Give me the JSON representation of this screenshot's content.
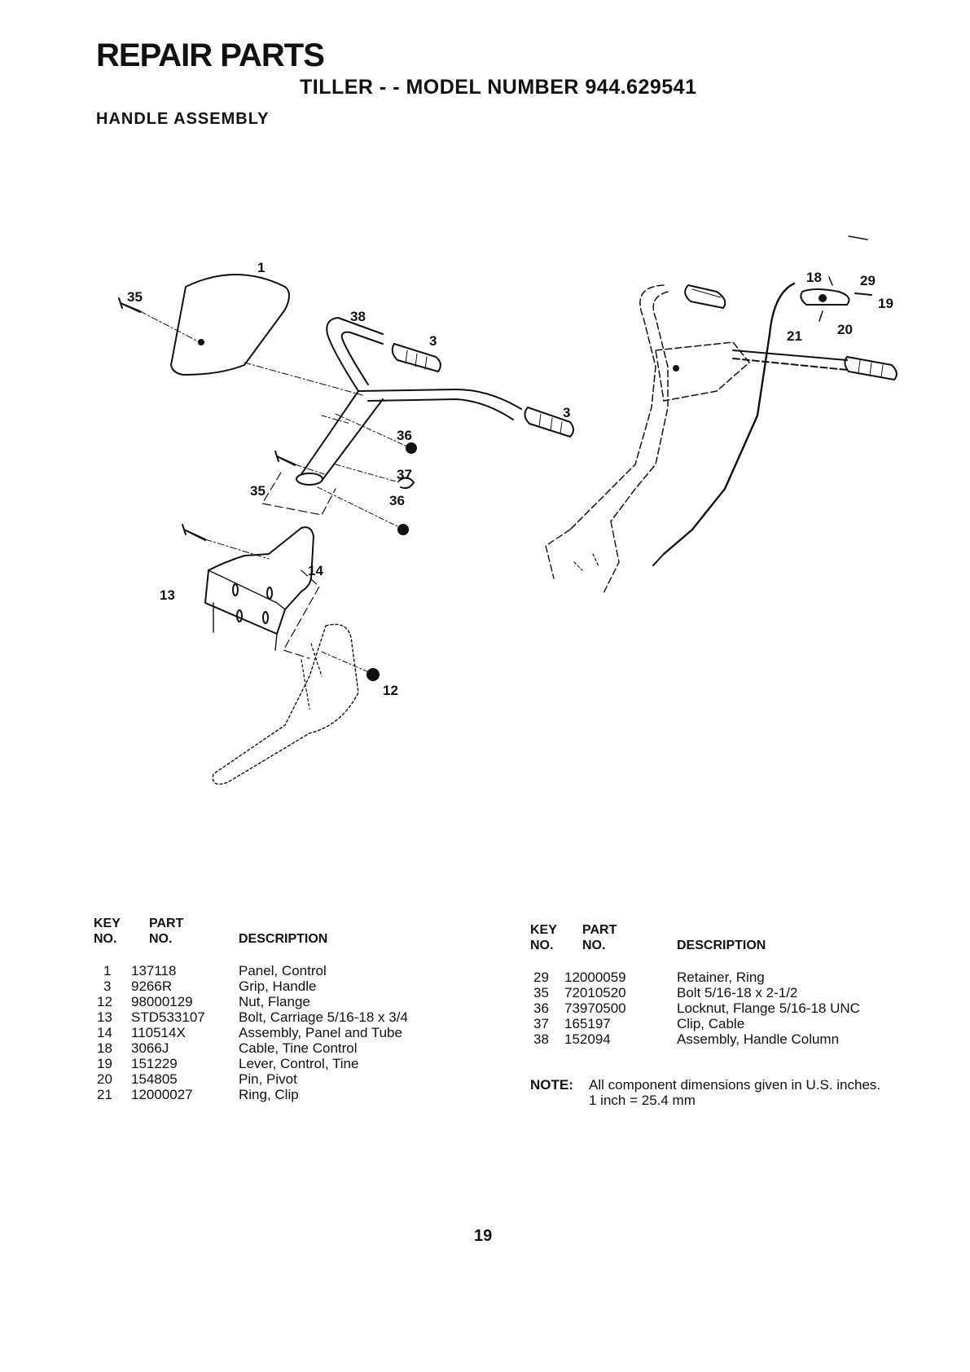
{
  "header": {
    "title": "REPAIR PARTS",
    "subtitle": "TILLER - - MODEL NUMBER 944.629541",
    "section": "HANDLE ASSEMBLY"
  },
  "diagram": {
    "callouts": [
      "1",
      "35",
      "38",
      "3",
      "3",
      "36",
      "37",
      "35",
      "36",
      "14",
      "13",
      "12",
      "18",
      "29",
      "19",
      "21",
      "20"
    ]
  },
  "columns": {
    "key_line1": "KEY",
    "key_line2": "NO.",
    "part_line1": "PART",
    "part_line2": "NO.",
    "description": "DESCRIPTION"
  },
  "parts_left": [
    {
      "key": "1",
      "part": "137118",
      "description": "Panel, Control"
    },
    {
      "key": "3",
      "part": "9266R",
      "description": "Grip, Handle"
    },
    {
      "key": "12",
      "part": "98000129",
      "description": "Nut, Flange"
    },
    {
      "key": "13",
      "part": "STD533107",
      "description": "Bolt, Carriage 5/16-18 x 3/4"
    },
    {
      "key": "14",
      "part": "110514X",
      "description": "Assembly, Panel and Tube"
    },
    {
      "key": "18",
      "part": "3066J",
      "description": "Cable, Tine Control"
    },
    {
      "key": "19",
      "part": "151229",
      "description": "Lever, Control, Tine"
    },
    {
      "key": "20",
      "part": "154805",
      "description": "Pin, Pivot"
    },
    {
      "key": "21",
      "part": "12000027",
      "description": "Ring, Clip"
    }
  ],
  "parts_right": [
    {
      "key": "29",
      "part": "12000059",
      "description": "Retainer, Ring"
    },
    {
      "key": "35",
      "part": "72010520",
      "description": "Bolt 5/16-18 x 2-1/2"
    },
    {
      "key": "36",
      "part": "73970500",
      "description": "Locknut, Flange 5/16-18 UNC"
    },
    {
      "key": "37",
      "part": "165197",
      "description": "Clip, Cable"
    },
    {
      "key": "38",
      "part": "152094",
      "description": "Assembly, Handle Column"
    }
  ],
  "note": {
    "label": "NOTE:",
    "line1": "All component dimensions given in U.S. inches.",
    "line2": "1 inch = 25.4 mm"
  },
  "page_number": "19"
}
